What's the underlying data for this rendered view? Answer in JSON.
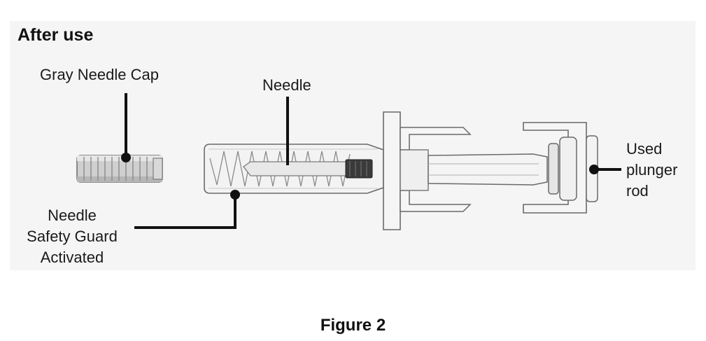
{
  "heading": "After use",
  "labels": {
    "gray_needle_cap": "Gray Needle Cap",
    "needle": "Needle",
    "needle_safety_guard_lines": [
      "Needle",
      "Safety Guard",
      "Activated"
    ],
    "used_plunger_rod_lines": [
      "Used",
      "plunger",
      "rod"
    ]
  },
  "caption": "Figure 2",
  "colors": {
    "panel_background": "#f5f5f5",
    "outline": "#6a6a6a",
    "leader_line": "#111111"
  }
}
